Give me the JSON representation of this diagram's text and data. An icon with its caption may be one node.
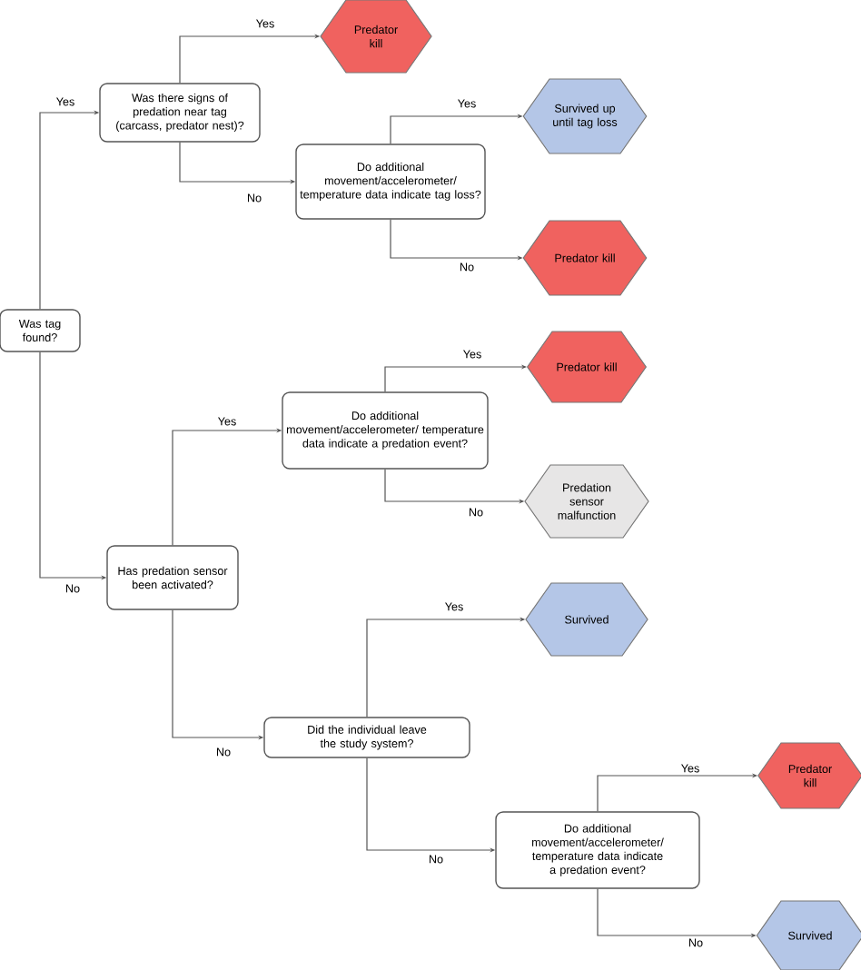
{
  "diagram": {
    "nodes": [
      {
        "text": [
          "Was tag found?"
        ]
      },
      {
        "text": [
          "Was there signs of predation near tag (carcass, predator nest)?"
        ]
      },
      {
        "text": [
          "Predator kill"
        ]
      },
      {
        "text": [
          "Do additional movement/accelerometer/ temperature data indicate tag loss?"
        ]
      },
      {
        "text": [
          "Survived up until tag loss"
        ]
      },
      {
        "text": [
          "Predator kill"
        ]
      },
      {
        "text": [
          "Has predation sensor been activated?"
        ]
      },
      {
        "text": [
          "Do additional movement/accelerometer/ temperature data indicate a predation event?"
        ]
      },
      {
        "text": [
          "Predator kill"
        ]
      },
      {
        "text": [
          "Predation sensor malfunction"
        ]
      },
      {
        "text": [
          "Did the individual leave the study system?"
        ]
      },
      {
        "text": [
          "Survived"
        ]
      },
      {
        "text": [
          "Do additional movement/accelerometer/ temperature data indicate a predation event?"
        ]
      },
      {
        "text": [
          "Predator kill"
        ]
      },
      {
        "text": [
          "Survived"
        ]
      }
    ],
    "edges": [
      {
        "from": 0,
        "to": 1,
        "arrow": "to",
        "label": "Yes"
      },
      {
        "from": 1,
        "to": 2,
        "arrow": "to",
        "label": "Yes"
      },
      {
        "from": 1,
        "to": 3,
        "arrow": "to",
        "label": "No"
      },
      {
        "from": 3,
        "to": 4,
        "arrow": "to",
        "label": "Yes"
      },
      {
        "from": 3,
        "to": 5,
        "arrow": "to",
        "label": "No"
      },
      {
        "from": 0,
        "to": 6,
        "arrow": "to",
        "label": "No"
      },
      {
        "from": 6,
        "to": 7,
        "arrow": "to",
        "label": "Yes"
      },
      {
        "from": 7,
        "to": 8,
        "arrow": "to",
        "label": "Yes"
      },
      {
        "from": 7,
        "to": 9,
        "arrow": "to",
        "label": "No"
      },
      {
        "from": 6,
        "to": 10,
        "arrow": "to",
        "label": "No"
      },
      {
        "from": 10,
        "to": 11,
        "arrow": "to",
        "label": "Yes"
      },
      {
        "from": 10,
        "to": 12,
        "arrow": "to",
        "label": "No"
      },
      {
        "from": 12,
        "to": 13,
        "arrow": "to",
        "label": "Yes"
      },
      {
        "from": 12,
        "to": 14,
        "arrow": "to",
        "label": "No"
      }
    ]
  }
}
